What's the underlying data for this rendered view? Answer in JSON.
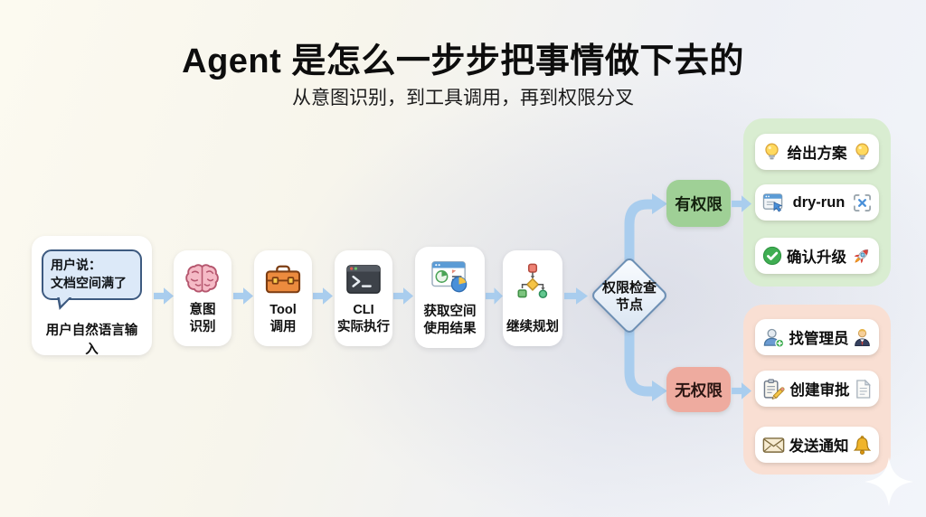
{
  "header": {
    "title": "Agent 是怎么一步步把事情做下去的",
    "subtitle": "从意图识别，到工具调用，再到权限分叉"
  },
  "flow": {
    "input_node": {
      "bubble_line1": "用户说：",
      "bubble_line2": "文档空间满了",
      "label": "用户自然语言输入",
      "icon": "speech-bubble"
    },
    "steps": [
      {
        "icon": "brain-icon",
        "label_lines": [
          "意图",
          "识别"
        ]
      },
      {
        "icon": "toolbox-icon",
        "label_lines": [
          "Tool",
          "调用"
        ]
      },
      {
        "icon": "terminal-icon",
        "label_lines": [
          "CLI",
          "实际执行"
        ]
      },
      {
        "icon": "dashboard-icon",
        "label_lines": [
          "获取空间",
          "使用结果"
        ]
      },
      {
        "icon": "flowchart-icon",
        "label_lines": [
          "继续规划"
        ]
      }
    ],
    "decision": {
      "shape": "diamond",
      "label_line1": "权限检查",
      "label_line2": "节点"
    }
  },
  "branches": {
    "granted": {
      "label": "有权限",
      "items": [
        {
          "icon_left": "lightbulb-icon",
          "label": "给出方案",
          "icon_right": "lightbulb-icon"
        },
        {
          "icon_left": "browser-cursor-icon",
          "label": "dry-run",
          "icon_right": "expand-frame-icon"
        },
        {
          "icon_left": "check-circle-icon",
          "label": "确认升级",
          "icon_right": "rocket-icon"
        }
      ]
    },
    "denied": {
      "label": "无权限",
      "items": [
        {
          "icon_left": "person-add-icon",
          "label": "找管理员",
          "icon_right": "businessman-icon"
        },
        {
          "icon_left": "clipboard-pencil-icon",
          "label": "创建审批",
          "icon_right": "document-icon"
        },
        {
          "icon_left": "envelope-icon",
          "label": "发送通知",
          "icon_right": "bell-icon"
        }
      ]
    }
  },
  "colors": {
    "arrow": "#a9cdee",
    "granted_box": "#9fd096",
    "denied_box": "#eeab9f",
    "granted_panel": "#d9edd1",
    "denied_panel": "#f9dfd3",
    "bubble_fill": "#dce9f8",
    "bubble_border": "#3d5a80",
    "diamond_border": "#6c8fb4",
    "node_bg": "#ffffff"
  }
}
